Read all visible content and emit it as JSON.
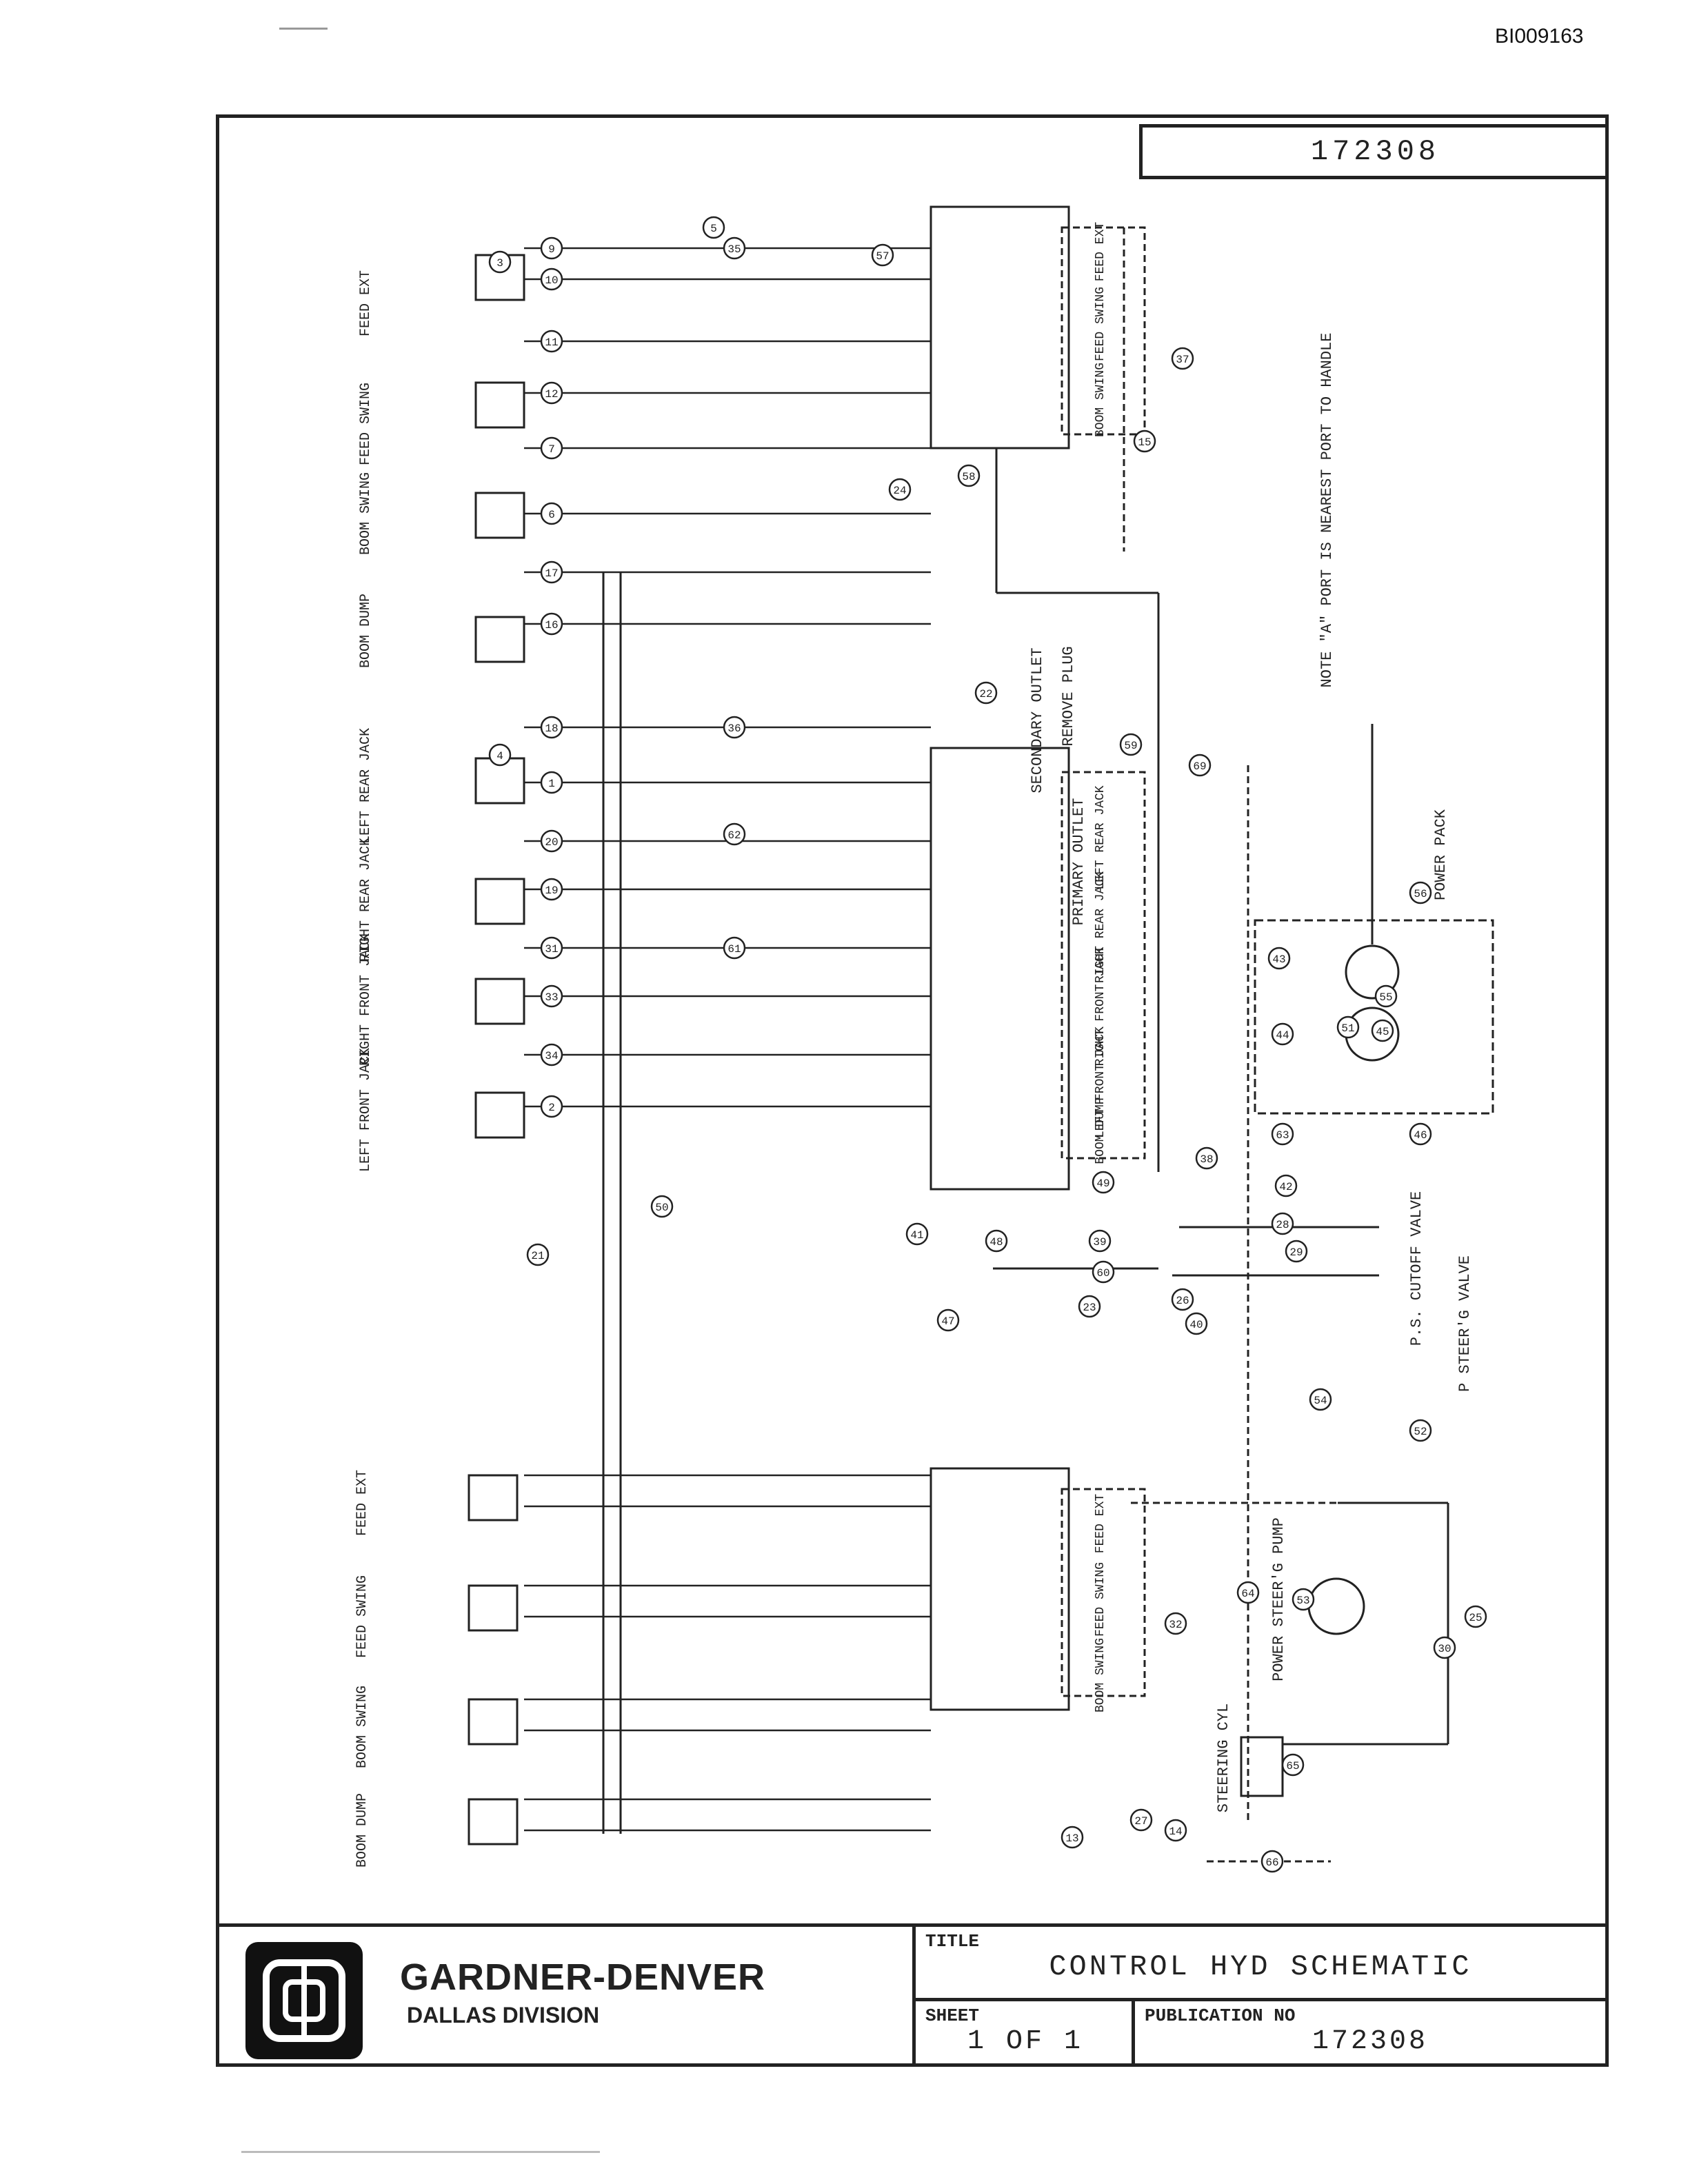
{
  "document_id": "BI009163",
  "publication_header": "172308",
  "actuator_labels": {
    "upper": [
      "FEED EXT",
      "FEED SWING",
      "BOOM SWING",
      "BOOM DUMP",
      "LEFT REAR JACK",
      "RIGHT REAR JACK",
      "RIGHT FRONT JACK",
      "LEFT FRONT JACK"
    ],
    "lower": [
      "FEED EXT",
      "FEED SWING",
      "BOOM SWING",
      "BOOM DUMP"
    ]
  },
  "valve_labels": {
    "top_bank": [
      "FEED EXT",
      "FEED SWING",
      "BOOM SWING"
    ],
    "middle_bank": [
      "LEFT REAR JACK",
      "RIGHT REAR JACK",
      "RIGHT FRONT JACK",
      "LEFT FRONT JACK",
      "BOOM DUMP"
    ],
    "lower_bank": [
      "FEED EXT",
      "FEED SWING",
      "BOOM SWING"
    ]
  },
  "annotations": {
    "secondary_outlet": "SECONDARY OUTLET",
    "remove_plug": "REMOVE PLUG",
    "primary_outlet": "PRIMARY OUTLET",
    "note": "NOTE \"A\" PORT IS NEAREST PORT TO HANDLE",
    "power_pack": "POWER PACK",
    "ps_cutoff_valve": "P.S. CUTOFF VALVE",
    "p_steer_valve": "P STEER'G VALVE",
    "power_steer_pump": "POWER STEER'G PUMP",
    "steering_cyl": "STEERING CYL"
  },
  "callouts": [
    "9",
    "10",
    "11",
    "12",
    "7",
    "6",
    "17",
    "16",
    "18",
    "1",
    "20",
    "19",
    "31",
    "33",
    "34",
    "2",
    "3",
    "4",
    "5",
    "35",
    "36",
    "61",
    "62",
    "57",
    "58",
    "24",
    "22",
    "37",
    "38",
    "15",
    "69",
    "59",
    "50",
    "21",
    "41",
    "47",
    "48",
    "49",
    "39",
    "60",
    "23",
    "40",
    "26",
    "42",
    "28",
    "29",
    "43",
    "44",
    "63",
    "46",
    "51",
    "45",
    "55",
    "56",
    "54",
    "52",
    "53",
    "64",
    "32",
    "27",
    "13",
    "14",
    "65",
    "66",
    "25",
    "30"
  ],
  "title_block": {
    "company": "GARDNER-DENVER",
    "division": "DALLAS DIVISION",
    "title_caption": "TITLE",
    "title": "CONTROL HYD SCHEMATIC",
    "sheet_caption": "SHEET",
    "sheet": "1 OF 1",
    "publication_caption": "PUBLICATION NO",
    "publication_no": "172308"
  }
}
